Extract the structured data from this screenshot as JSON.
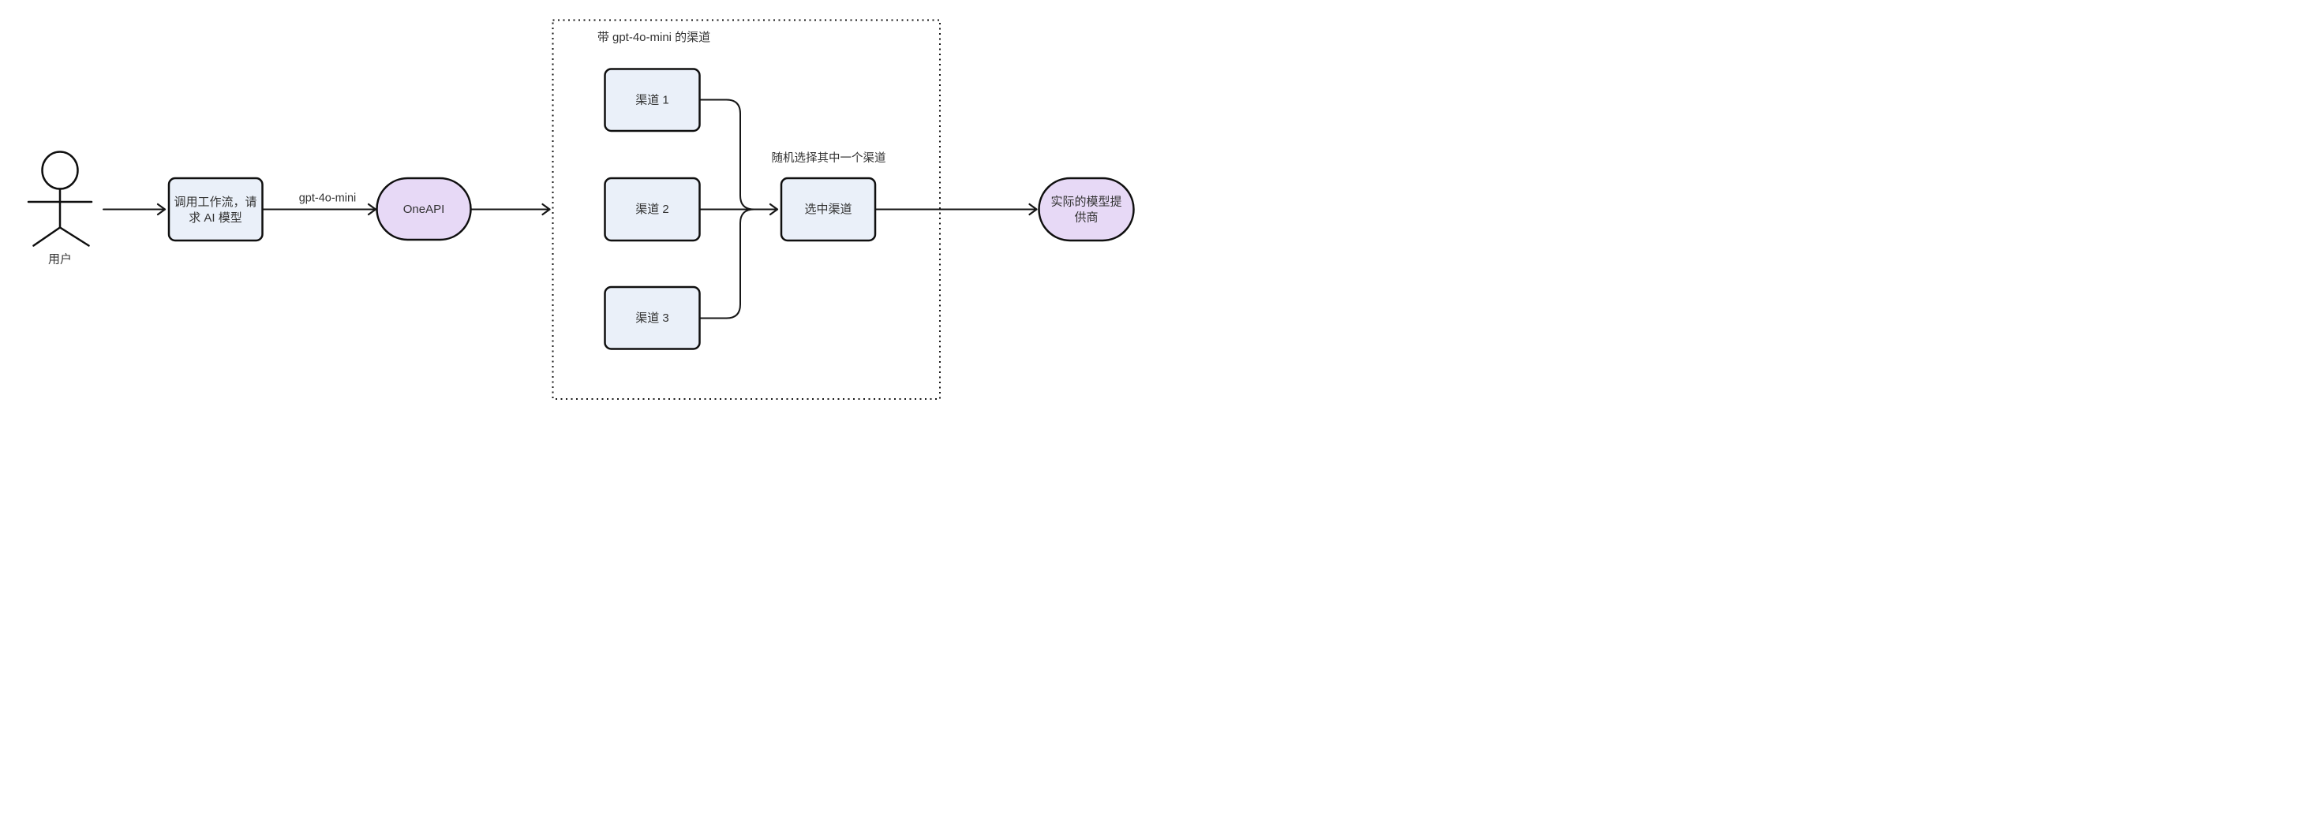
{
  "diagram": {
    "type": "flowchart",
    "direction": "LR",
    "background": "#ffffff",
    "colors": {
      "rect_node_fill": "#EAF0F9",
      "stadium_node_fill": "#E7D9F6",
      "node_border": "#0f0f0f",
      "edge_stroke": "#161616",
      "text": "#333333"
    },
    "actor": {
      "label": "用户"
    },
    "nodes": {
      "workflow": {
        "shape": "rect",
        "label": "调用工作流，请求 AI 模型",
        "line1": "调用工作流，请",
        "line2": "求 AI 模型"
      },
      "oneapi": {
        "shape": "stadium",
        "label": "OneAPI"
      },
      "channel1": {
        "shape": "rect",
        "label": "渠道 1"
      },
      "channel2": {
        "shape": "rect",
        "label": "渠道 2"
      },
      "channel3": {
        "shape": "rect",
        "label": "渠道 3"
      },
      "selected": {
        "shape": "rect",
        "label": "选中渠道"
      },
      "provider": {
        "shape": "stadium",
        "label": "实际的模型提供商",
        "line1": "实际的模型提",
        "line2": "供商"
      }
    },
    "subgraph": {
      "title": "带 gpt-4o-mini 的渠道",
      "border_style": "dotted"
    },
    "edge_labels": {
      "model": "gpt-4o-mini",
      "random": "随机选择其中一个渠道"
    },
    "edges": [
      {
        "from": "用户",
        "to": "调用工作流，请求 AI 模型",
        "label": ""
      },
      {
        "from": "调用工作流，请求 AI 模型",
        "to": "OneAPI",
        "label": "gpt-4o-mini"
      },
      {
        "from": "OneAPI",
        "to": "带 gpt-4o-mini 的渠道",
        "label": ""
      },
      {
        "from": "渠道 1",
        "to": "选中渠道",
        "label": ""
      },
      {
        "from": "渠道 2",
        "to": "选中渠道",
        "label": ""
      },
      {
        "from": "渠道 3",
        "to": "选中渠道",
        "label": ""
      },
      {
        "from": "选中渠道",
        "to": "实际的模型提供商",
        "label": ""
      }
    ]
  }
}
